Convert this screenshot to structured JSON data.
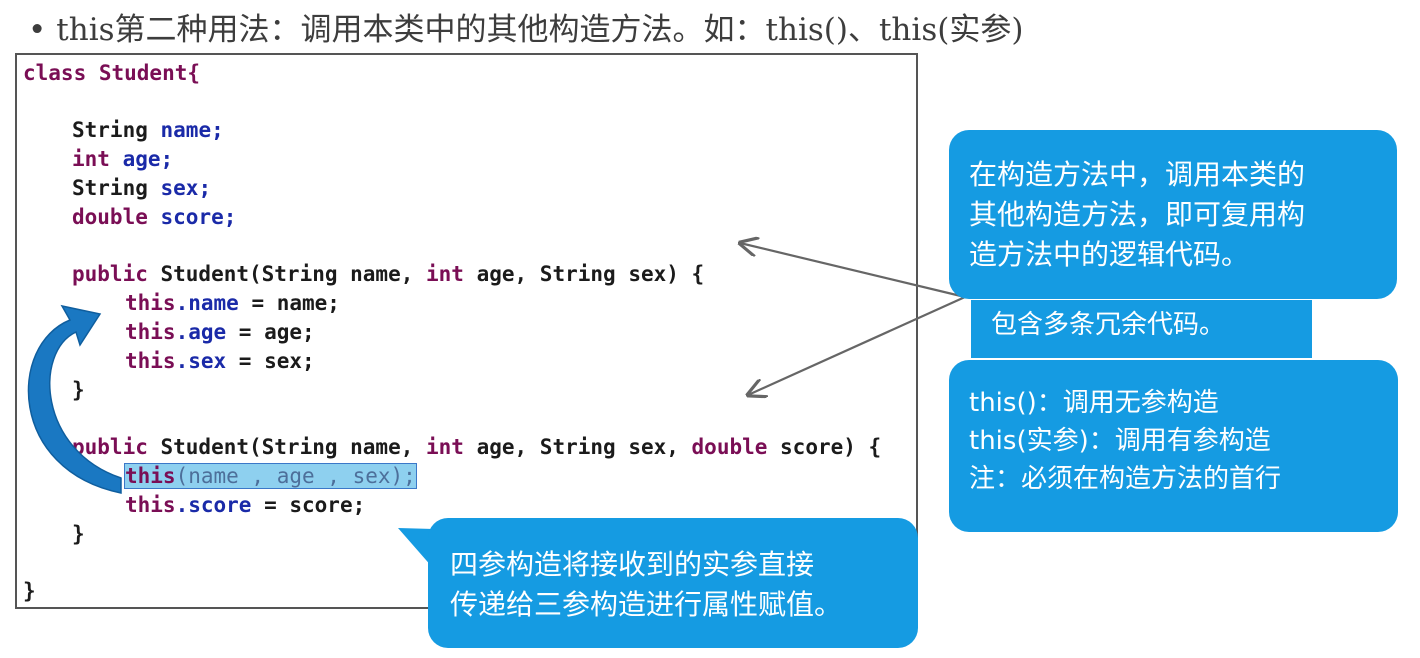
{
  "heading": {
    "bullet": "•",
    "text": "this第二种用法：调用本类中的其他构造方法。如：this()、this(实参)"
  },
  "code": {
    "class_decl": "class Student{",
    "fields": [
      {
        "type": "String",
        "name": "name;"
      },
      {
        "type": "int",
        "name": "age;"
      },
      {
        "type": "String",
        "name": "sex;"
      },
      {
        "type": "double",
        "name": "score;"
      }
    ],
    "ctor1": {
      "modifier": "public",
      "rest": " Student(String name, ",
      "t_int": "int",
      "rest2": " age, String sex) {",
      "body": [
        {
          "this": "this",
          "field": ".name",
          "rhs": " = name;"
        },
        {
          "this": "this",
          "field": ".age",
          "rhs": " = age;"
        },
        {
          "this": "this",
          "field": ".sex",
          "rhs": " = sex;"
        }
      ],
      "close": "}"
    },
    "ctor2": {
      "modifier": "public",
      "rest": " Student(String name, ",
      "t_int": "int",
      "rest2": " age, String sex, ",
      "t_double": "double",
      "rest3": " score) {",
      "call_this": "this",
      "call_args": "(name , age , sex);",
      "assign_this": "this",
      "assign_field": ".score",
      "assign_rhs": " = score;",
      "close": "}"
    },
    "class_close": "}"
  },
  "bubbles": {
    "top": [
      "在构造方法中，调用本类的",
      "其他构造方法，即可复用构",
      "造方法中的逻辑代码。"
    ],
    "behind": "包含多条冗余代码。",
    "middle": [
      "this()：调用无参构造",
      "this(实参)：调用有参构造",
      "注：必须在构造方法的首行"
    ],
    "bottom": [
      "四参构造将接收到的实参直接",
      "传递给三参构造进行属性赋值。"
    ]
  },
  "colors": {
    "bubble": "#159be2",
    "keyword": "#7a0e55",
    "field": "#1a2aa8",
    "highlight": "#8ed0ef",
    "curved_arrow": "#1a78c2",
    "pointer_arrow": "#666666"
  }
}
